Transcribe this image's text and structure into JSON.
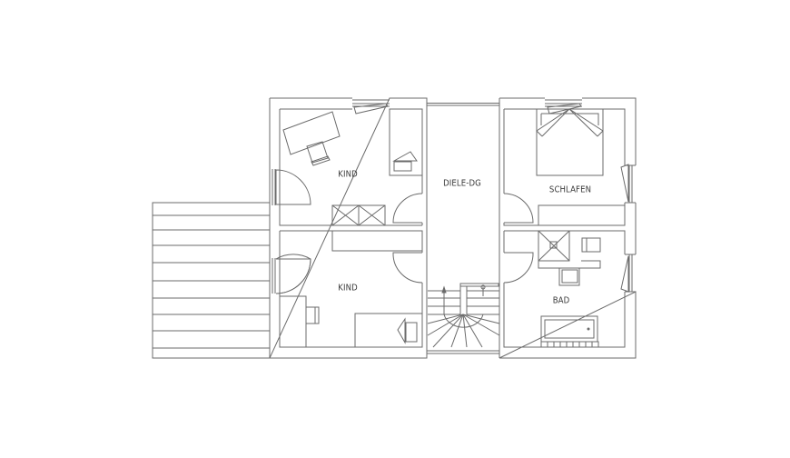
{
  "rooms": {
    "kind_top": "KIND",
    "kind_bottom": "KIND",
    "diele": "DIELE-DG",
    "schlafen": "SCHLAFEN",
    "bad": "BAD"
  },
  "colors": {
    "line": "#6b6b6b",
    "wall_fill": "#ffffff",
    "background": "#ffffff"
  }
}
